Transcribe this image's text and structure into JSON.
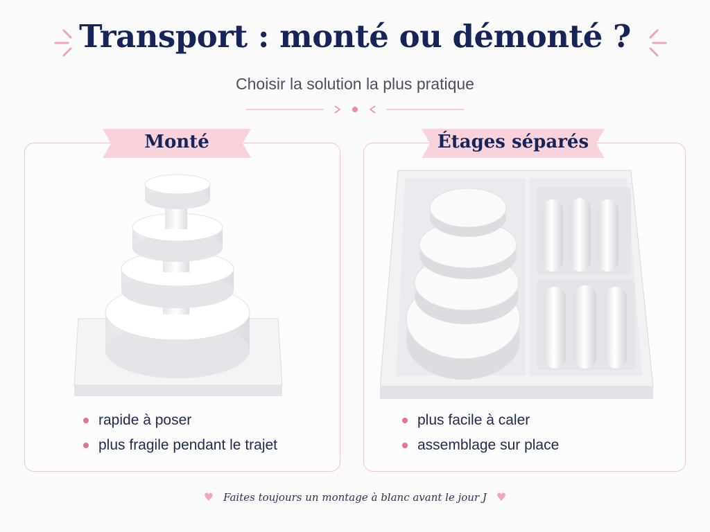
{
  "header": {
    "title": "Transport : monté ou démonté ?",
    "subtitle": "Choisir la solution la plus pratique"
  },
  "cards": [
    {
      "label": "Monté",
      "bullets": [
        "rapide à poser",
        "plus fragile pendant le trajet"
      ]
    },
    {
      "label": "Étages séparés",
      "bullets": [
        "plus facile à caler",
        "assemblage sur place"
      ]
    }
  ],
  "footer": {
    "note": "Faites toujours un montage à blanc avant le jour J"
  },
  "colors": {
    "title": "#17245a",
    "accent_pink": "#e4738f",
    "ribbon_pink": "#f8d3dc",
    "card_border": "#f0c6cf"
  },
  "icons": [
    "sparkle-icon",
    "heart-icon",
    "bullet-dot-icon"
  ]
}
